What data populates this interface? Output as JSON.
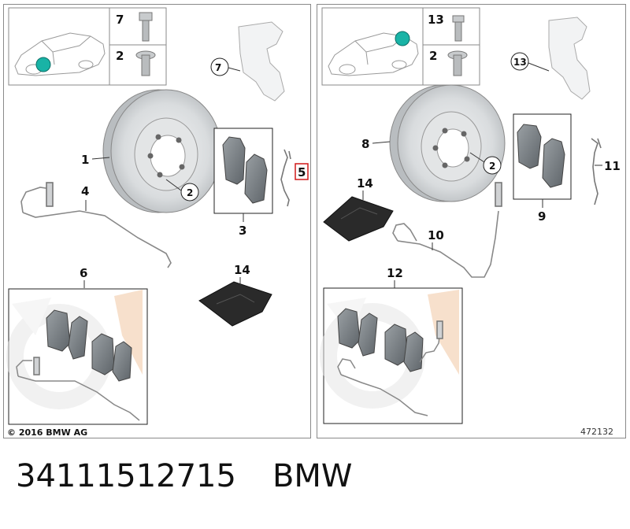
{
  "left_panel": {
    "callouts": {
      "disc": "1",
      "bolt_circle": "2",
      "pads": "3",
      "sensor": "4",
      "clip": "5",
      "kit": "6",
      "top_bolt": "7",
      "bracket_circle": "7",
      "grease": "14",
      "screw": "2"
    },
    "copyright": "© 2016 BMW AG"
  },
  "right_panel": {
    "callouts": {
      "disc": "8",
      "bolt_circle": "2",
      "pads": "9",
      "sensor": "10",
      "clip": "11",
      "kit": "12",
      "top_bolt": "13",
      "bracket_circle": "13",
      "grease": "14",
      "screw": "2"
    },
    "diagram_id": "472132"
  },
  "caption": {
    "part_number": "34111512715",
    "brand": "BMW"
  },
  "colors": {
    "marker": "#19b3a6",
    "pad_kit_accent": "#f1c8a3",
    "disc_gray": "#cfd3d6",
    "outline": "#7a7a7a"
  }
}
